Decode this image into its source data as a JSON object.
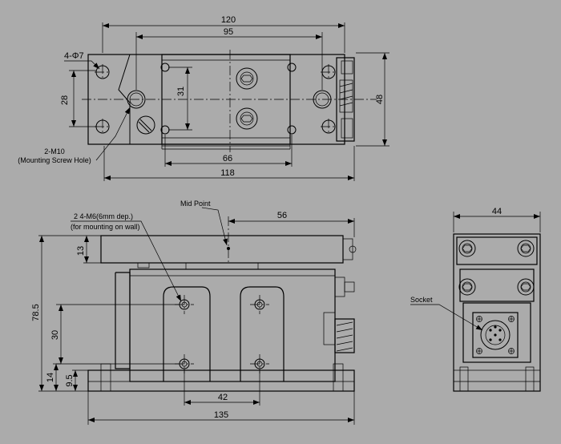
{
  "colors": {
    "background": "#ababab",
    "ink": "#000000"
  },
  "top_view": {
    "dim_overall_length": "120",
    "dim_hole_spacing": "95",
    "dim_hole_dia": "4-Φ7",
    "dim_width_28": "28",
    "dim_31": "31",
    "dim_48": "48",
    "dim_66": "66",
    "dim_118": "118",
    "mount_label_line1": "2-M10",
    "mount_label_line2": "(Mounting Screw Hole)"
  },
  "front_view": {
    "mid_point_label": "Mid Point",
    "dim_56": "56",
    "wall_label_line1": "2   4-M6(6mm dep.)",
    "wall_label_line2": "(for mounting on wall)",
    "dim_13": "13",
    "dim_78_5": "78.5",
    "dim_30": "30",
    "dim_14": "14",
    "dim_9_5": "9.5",
    "dim_42": "42",
    "dim_135": "135"
  },
  "side_view": {
    "dim_44": "44",
    "socket_label": "Socket"
  }
}
